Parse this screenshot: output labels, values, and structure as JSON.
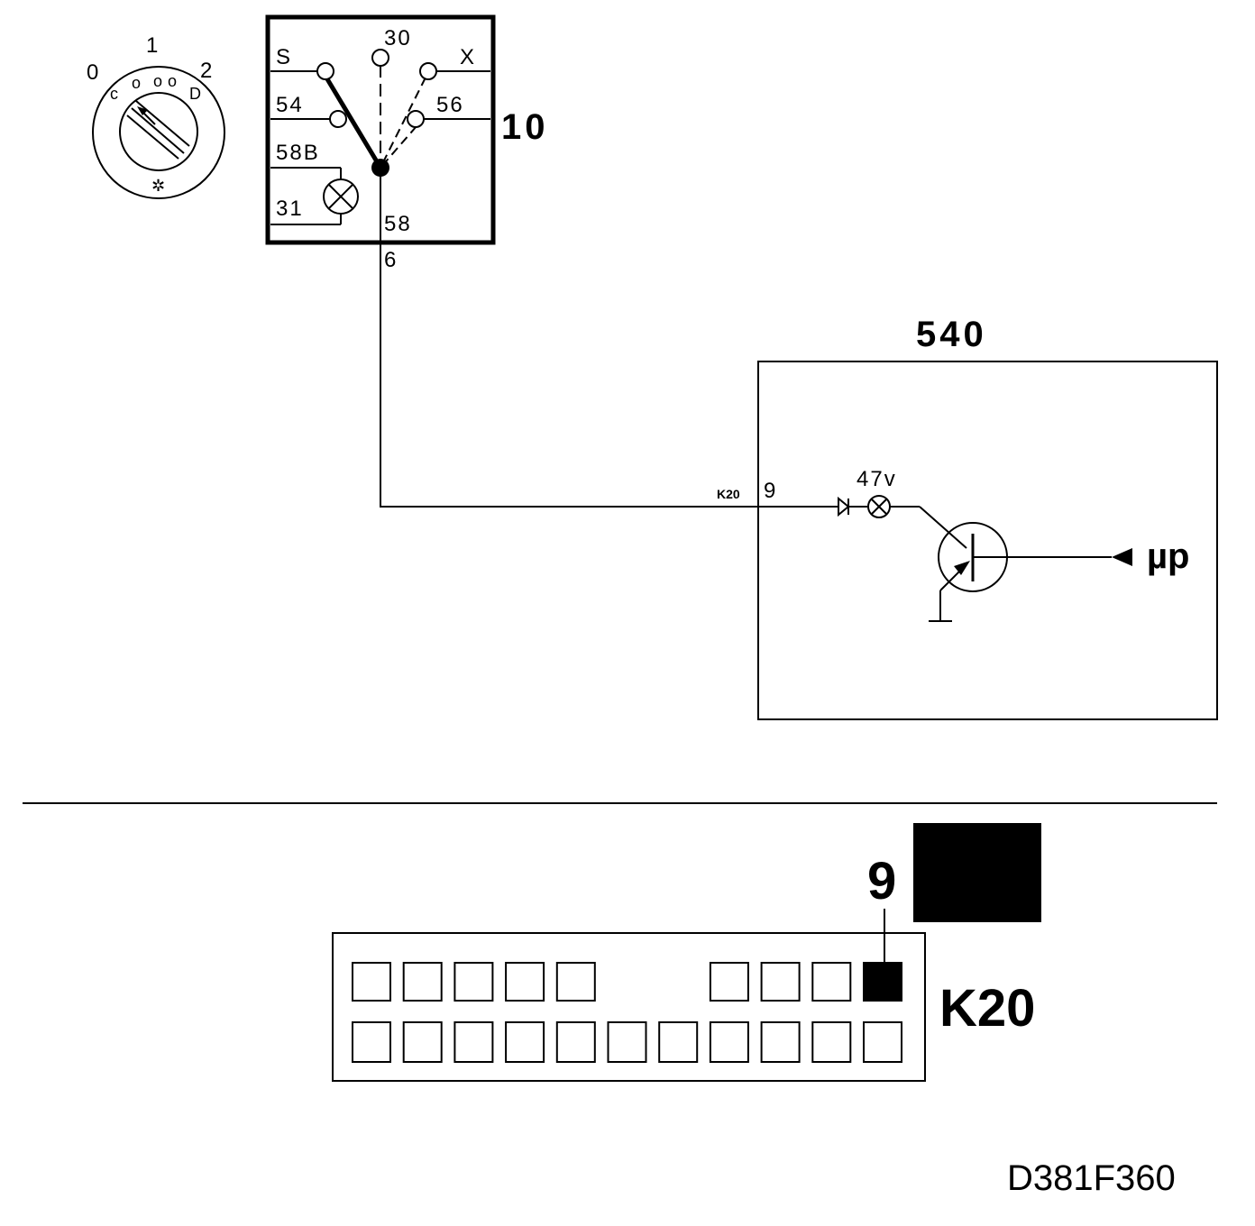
{
  "rotary_switch": {
    "position_labels": [
      "0",
      "1",
      "2"
    ],
    "icon": "light-switch-knob-icon"
  },
  "switch_10": {
    "id": "10",
    "terminal_labels": {
      "s": "S",
      "t30": "30",
      "x": "X",
      "t54": "54",
      "t56": "56",
      "t58b": "58B",
      "t31": "31",
      "t58": "58"
    },
    "output_pin": "6"
  },
  "module_540": {
    "id": "540",
    "connector": "K20",
    "pin": "9",
    "led_label": "47v",
    "processor_label": "µp"
  },
  "connector_k20": {
    "name": "K20",
    "highlighted_pin": "9",
    "top_row": [
      "cell",
      "cell",
      "cell",
      "cell",
      "cell",
      "gap",
      "gap",
      "cell",
      "cell",
      "cell",
      "active"
    ],
    "bottom_row": [
      "cell",
      "cell",
      "cell",
      "cell",
      "cell",
      "cell",
      "cell",
      "cell",
      "cell",
      "cell",
      "cell"
    ]
  },
  "diagram_code": "D381F360"
}
